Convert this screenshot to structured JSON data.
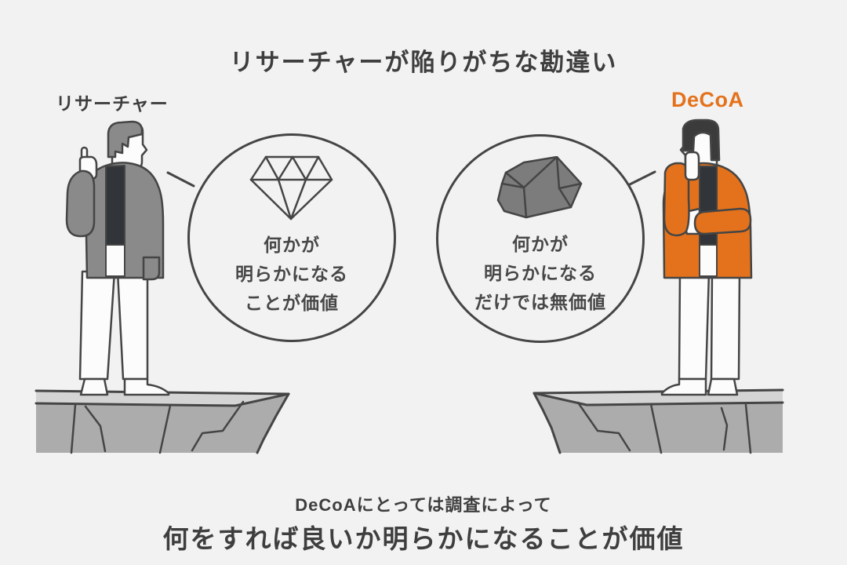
{
  "title": "リサーチャーが陥りがちな勘違い",
  "left_figure": {
    "label": "リサーチャー",
    "role": "researcher"
  },
  "right_figure": {
    "label": "DeCoA",
    "role": "decision-maker"
  },
  "left_bubble": {
    "icon": "diamond-icon",
    "lines": [
      "何かが",
      "明らかになる",
      "ことが価値"
    ]
  },
  "right_bubble": {
    "icon": "rock-icon",
    "lines": [
      "何かが",
      "明らかになる",
      "だけでは無価値"
    ]
  },
  "footer": {
    "line1": "DeCoAにとっては調査によって",
    "line2": "何をすれば良いか明らかになることが価値"
  },
  "colors": {
    "background": "#F2F2F2",
    "outline": "#454545",
    "heading_text": "#3E3E3E",
    "bubble_text": "#474747",
    "accent_orange": "#E4721C",
    "researcher_gray": "#8A8A8A",
    "shirt_dark": "#31353A",
    "cliff_top": "#D4D4D4",
    "cliff_face": "#ACACAC",
    "rock_fill": "#7C7C7C"
  }
}
